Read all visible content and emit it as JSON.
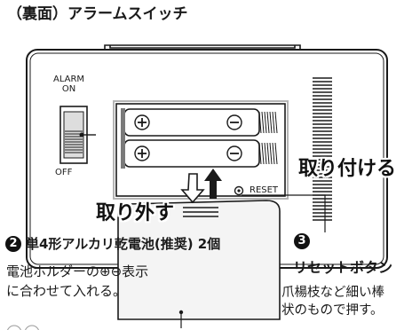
{
  "title": "（裏面）アラームスイッチ",
  "switch": {
    "alarm_on_label": "ALARM\nON",
    "off_label": "OFF"
  },
  "reset_port_label": "RESET",
  "attach_label": "取り付ける",
  "remove_label": "取り外す",
  "battery": {
    "number": "2",
    "heading": "単4形アルカリ乾電池(推奨) 2個",
    "description": "電池ホルダーの⊕⊖表示\nに合わせて入れる。"
  },
  "reset": {
    "number": "3",
    "heading": "リセットボタン",
    "description": "爪楊枝など細い棒\n状のもので押す。"
  },
  "colors": {
    "line": "#1a1a1a",
    "panel_shadow": "#b5b5b5",
    "cover": "#f4f4f4",
    "contact": "#7a7a7a"
  }
}
